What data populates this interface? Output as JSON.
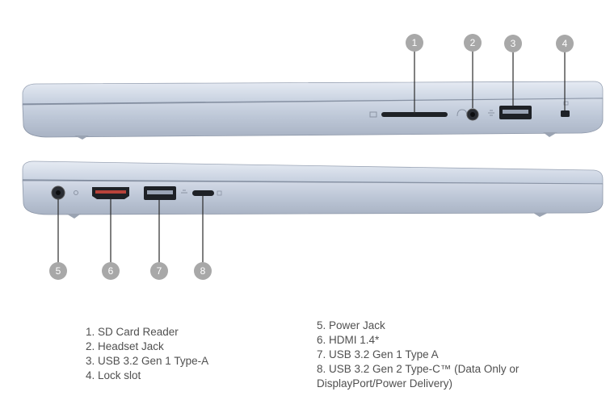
{
  "colors": {
    "lid_top": "#dfe5ef",
    "lid_mid": "#c9d2e0",
    "body": "#b9c3d3",
    "edge_dark": "#8d97a8",
    "port_dark": "#1e2126",
    "callout_fill": "#a8a8a8",
    "leader_line": "#2a2a2a"
  },
  "callouts": {
    "c1": "1",
    "c2": "2",
    "c3": "3",
    "c4": "4",
    "c5": "5",
    "c6": "6",
    "c7": "7",
    "c8": "8"
  },
  "port_icons": {
    "sd": "sd-card-icon",
    "headset": "headset-icon",
    "usb_a": "ss-usb-icon",
    "lock": "lock-icon",
    "power": "power-icon",
    "usbc": "usb-c-icon"
  },
  "legend_left": [
    "1. SD Card Reader",
    "2. Headset Jack",
    "3. USB 3.2 Gen 1 Type-A",
    "4. Lock slot"
  ],
  "legend_right": [
    "5. Power Jack",
    "6. HDMI 1.4*",
    "7. USB 3.2 Gen 1 Type A",
    "8. USB 3.2 Gen 2 Type-C™ (Data Only or DisplayPort/Power Delivery)"
  ]
}
